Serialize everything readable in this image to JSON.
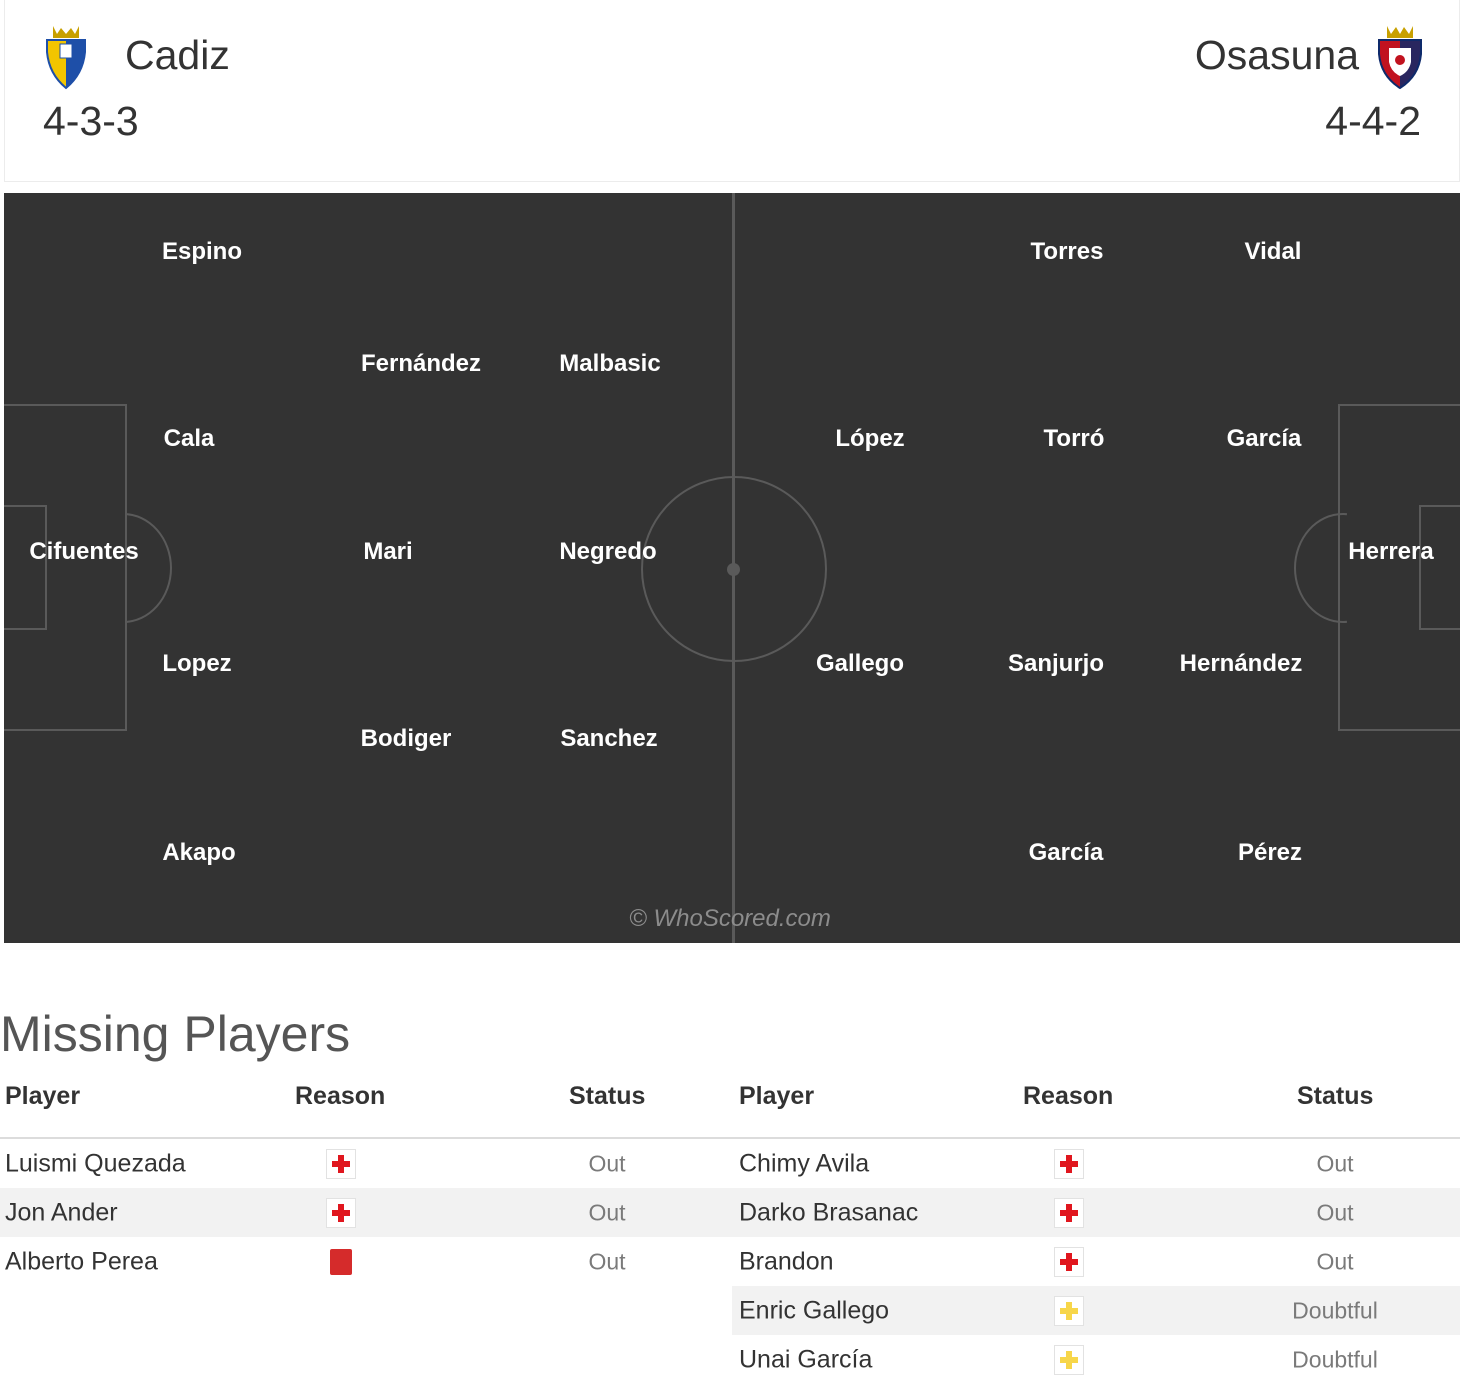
{
  "home": {
    "name": "Cadiz",
    "formation": "4-3-3",
    "crest_colors": {
      "primary": "#f2c500",
      "secondary": "#1e4fa8"
    }
  },
  "away": {
    "name": "Osasuna",
    "formation": "4-4-2",
    "crest_colors": {
      "primary": "#c1121f",
      "secondary": "#0e2a6b"
    }
  },
  "pitch": {
    "background": "#333333",
    "watermark": "© WhoScored.com",
    "home_players": [
      "Espino",
      "Cala",
      "Cifuentes",
      "Lopez",
      "Akapo",
      "Fernández",
      "Mari",
      "Bodiger",
      "Malbasic",
      "Negredo",
      "Sanchez"
    ],
    "away_players": [
      "Torres",
      "Vidal",
      "López",
      "Torró",
      "García",
      "Herrera",
      "Gallego",
      "Sanjurjo",
      "Hernández",
      "García",
      "Pérez"
    ]
  },
  "missing": {
    "title": "Missing Players",
    "headers": {
      "player": "Player",
      "reason": "Reason",
      "status": "Status"
    },
    "home": [
      {
        "player": "Luismi Quezada",
        "reason_icon": "injury-icon",
        "status": "Out"
      },
      {
        "player": "Jon Ander",
        "reason_icon": "injury-icon",
        "status": "Out"
      },
      {
        "player": "Alberto Perea",
        "reason_icon": "red-card-icon",
        "status": "Out"
      }
    ],
    "away": [
      {
        "player": "Chimy Avila",
        "reason_icon": "injury-icon",
        "status": "Out"
      },
      {
        "player": "Darko Brasanac",
        "reason_icon": "injury-icon",
        "status": "Out"
      },
      {
        "player": "Brandon",
        "reason_icon": "injury-icon",
        "status": "Out"
      },
      {
        "player": "Enric Gallego",
        "reason_icon": "doubtful-icon",
        "status": "Doubtful"
      },
      {
        "player": "Unai García",
        "reason_icon": "doubtful-icon",
        "status": "Doubtful"
      }
    ],
    "colors": {
      "injury": "#e0161e",
      "red_card": "#d52b2b",
      "doubtful": "#f7d64a"
    }
  }
}
